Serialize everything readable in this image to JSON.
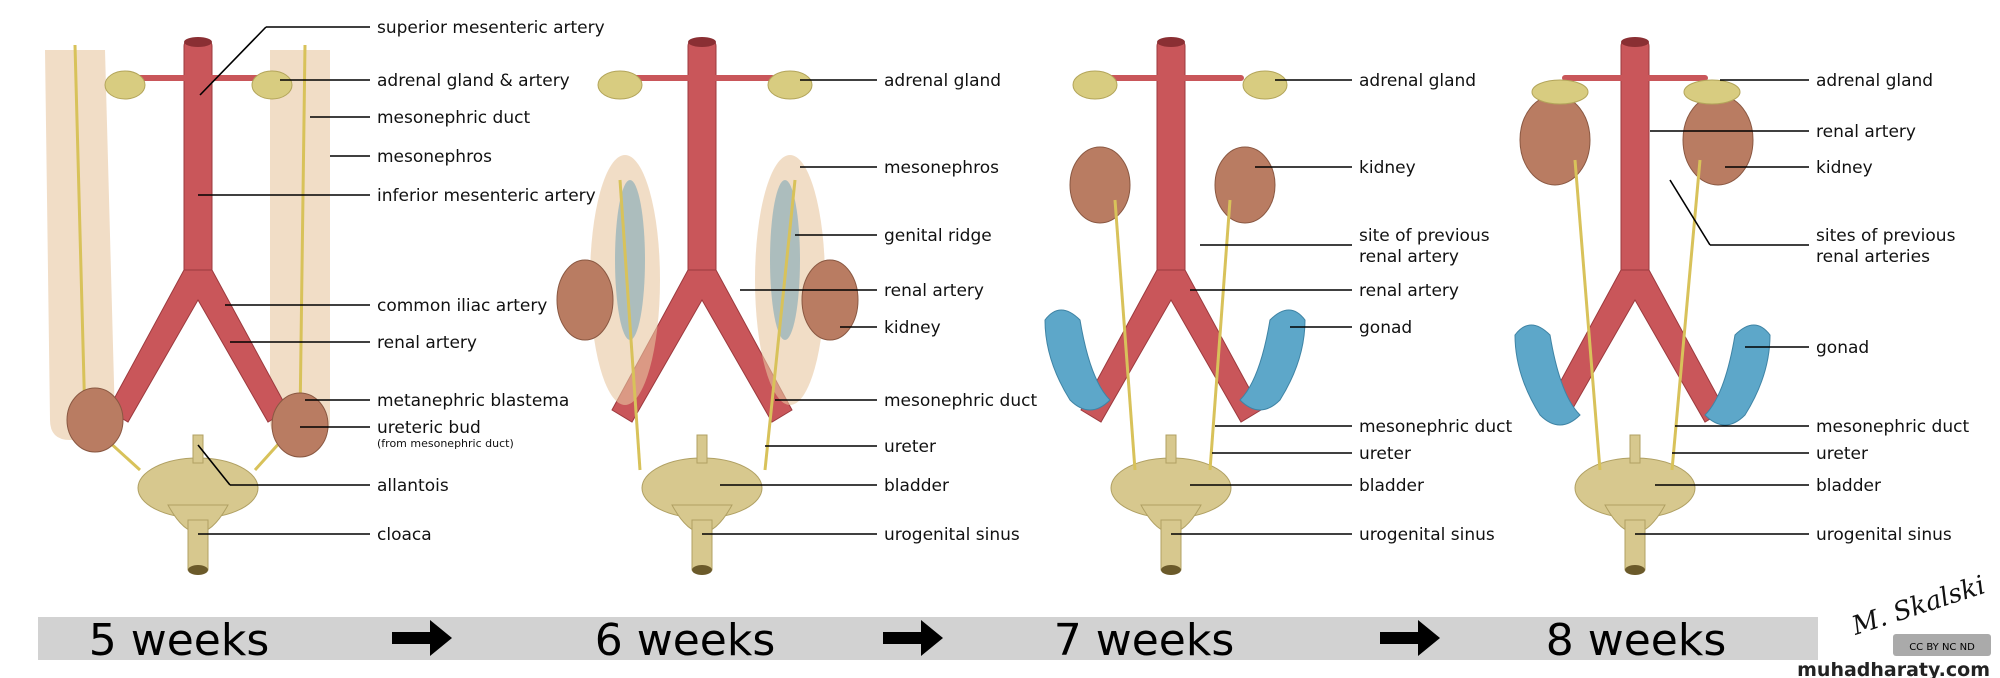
{
  "panels": [
    {
      "week": "5 weeks",
      "labels": [
        "superior mesenteric artery",
        "adrenal gland & artery",
        "mesonephric duct",
        "mesonephros",
        "inferior mesenteric artery",
        "common iliac artery",
        "renal artery",
        "metanephric blastema",
        "ureteric bud",
        "allantois",
        "cloaca"
      ],
      "ureteric_bud_note": "(from mesonephric duct)"
    },
    {
      "week": "6 weeks",
      "labels": [
        "adrenal gland",
        "mesonephros",
        "genital ridge",
        "renal artery",
        "kidney",
        "mesonephric duct",
        "ureter",
        "bladder",
        "urogenital sinus"
      ]
    },
    {
      "week": "7 weeks",
      "labels": [
        "adrenal gland",
        "kidney",
        "site of previous",
        "renal artery",
        "renal artery",
        "gonad",
        "mesonephric duct",
        "ureter",
        "bladder",
        "urogenital sinus"
      ]
    },
    {
      "week": "8 weeks",
      "labels": [
        "adrenal gland",
        "renal artery",
        "kidney",
        "sites of previous",
        "renal arteries",
        "gonad",
        "mesonephric duct",
        "ureter",
        "bladder",
        "urogenital sinus"
      ]
    }
  ],
  "arrow_icon": "right-arrow",
  "credit": {
    "signature": "M. Skalski",
    "license": "CC BY NC ND",
    "site": "muhadharaty.com"
  },
  "colors": {
    "artery": "#c9565a",
    "adrenal": "#d8cc80",
    "kidney": "#b97c62",
    "gonad": "#5da7c9",
    "bladder": "#d7c88e",
    "bar": "#d2d2d2"
  }
}
